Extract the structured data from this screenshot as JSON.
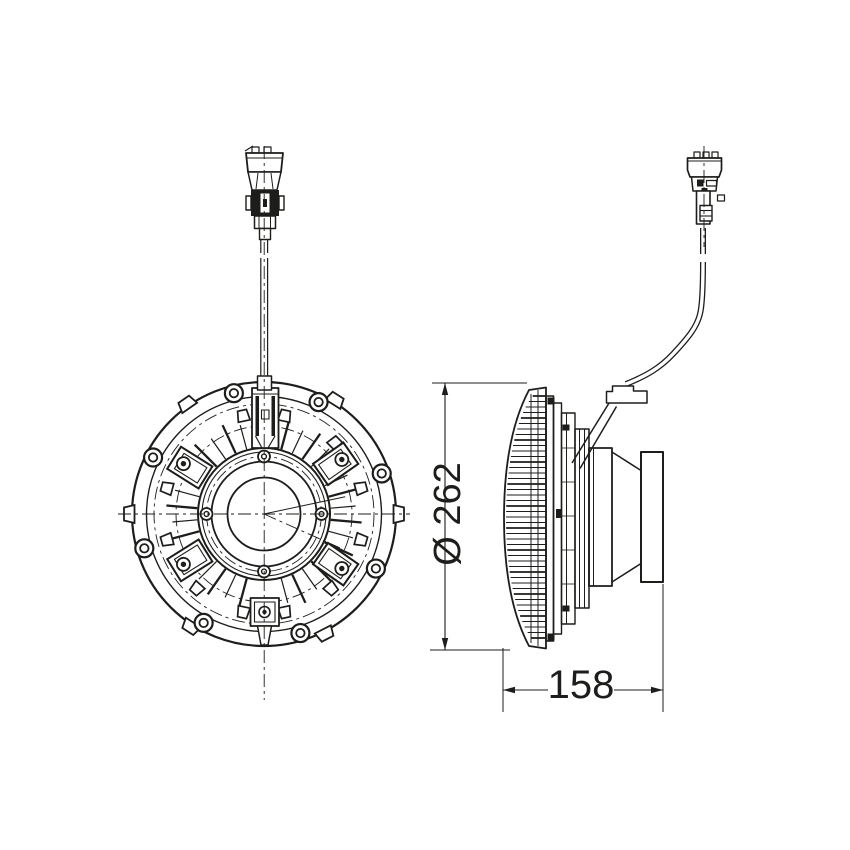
{
  "drawing": {
    "background_color": "#ffffff",
    "line_color": "#1d1d1b",
    "dimensions": {
      "diameter": {
        "label": "Ø 262",
        "value": 262
      },
      "width": {
        "label": "158",
        "value": 158
      }
    }
  }
}
